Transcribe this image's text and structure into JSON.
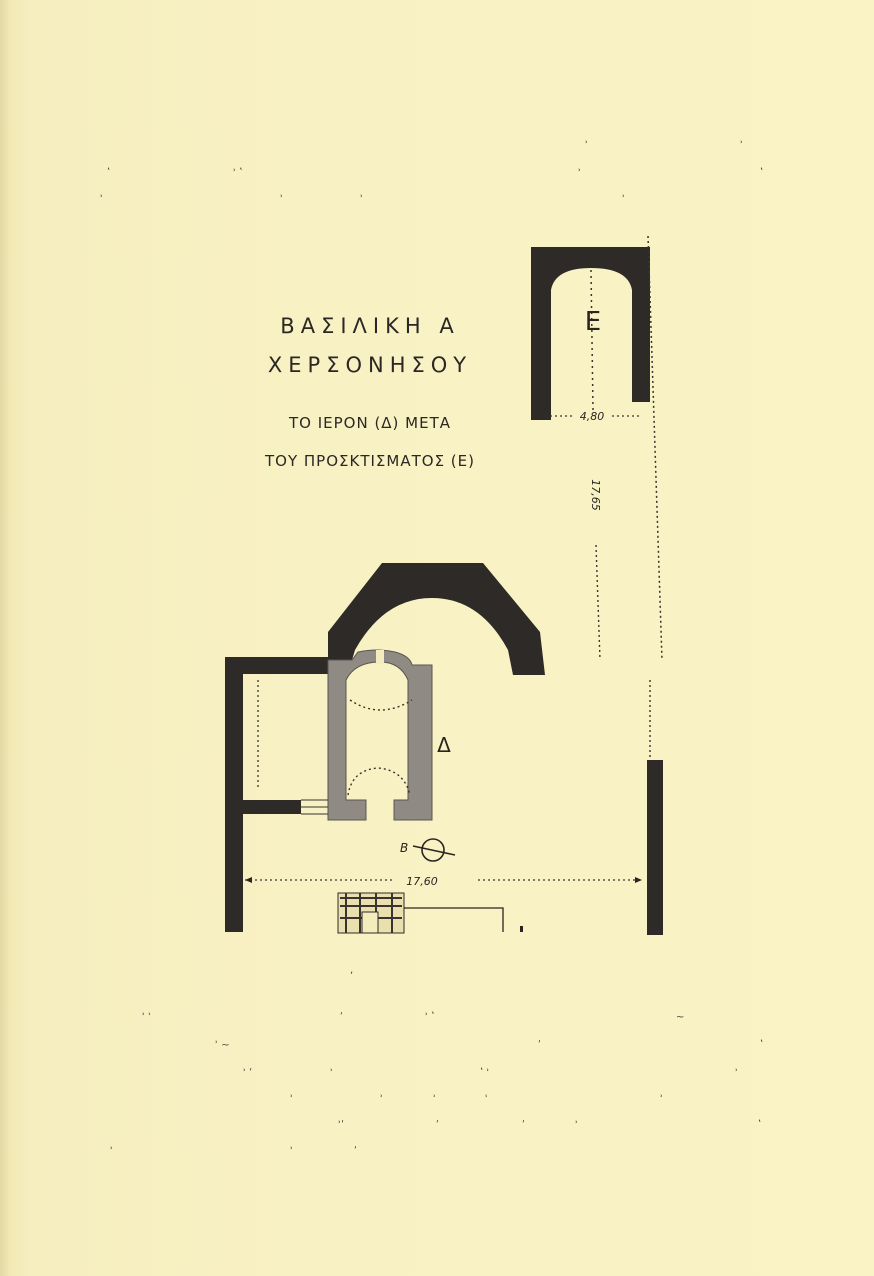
{
  "plan": {
    "title_line1": "ΒΑΣΙΛΙΚΗ Α",
    "title_line2": "ΧΕΡΣΟΝΗΣΟΥ",
    "subtitle_line1": "ΤΟ ΙΕΡΟΝ (Δ) ΜΕΤΑ",
    "subtitle_line2": "ΤΟΥ ΠΡΟΣΚΤΙΣΜΑΤΟΣ (Ε)",
    "label_E": "Ε",
    "label_Delta": "Δ",
    "label_B": "Β",
    "dim_width_E": "4,80",
    "dim_length": "17,65",
    "dim_width_main": "17,60"
  },
  "colors": {
    "paper": "#f7f0be",
    "wall_dark": "#2e2a27",
    "wall_gray": "#8f8a84",
    "ink": "#2a2520"
  }
}
